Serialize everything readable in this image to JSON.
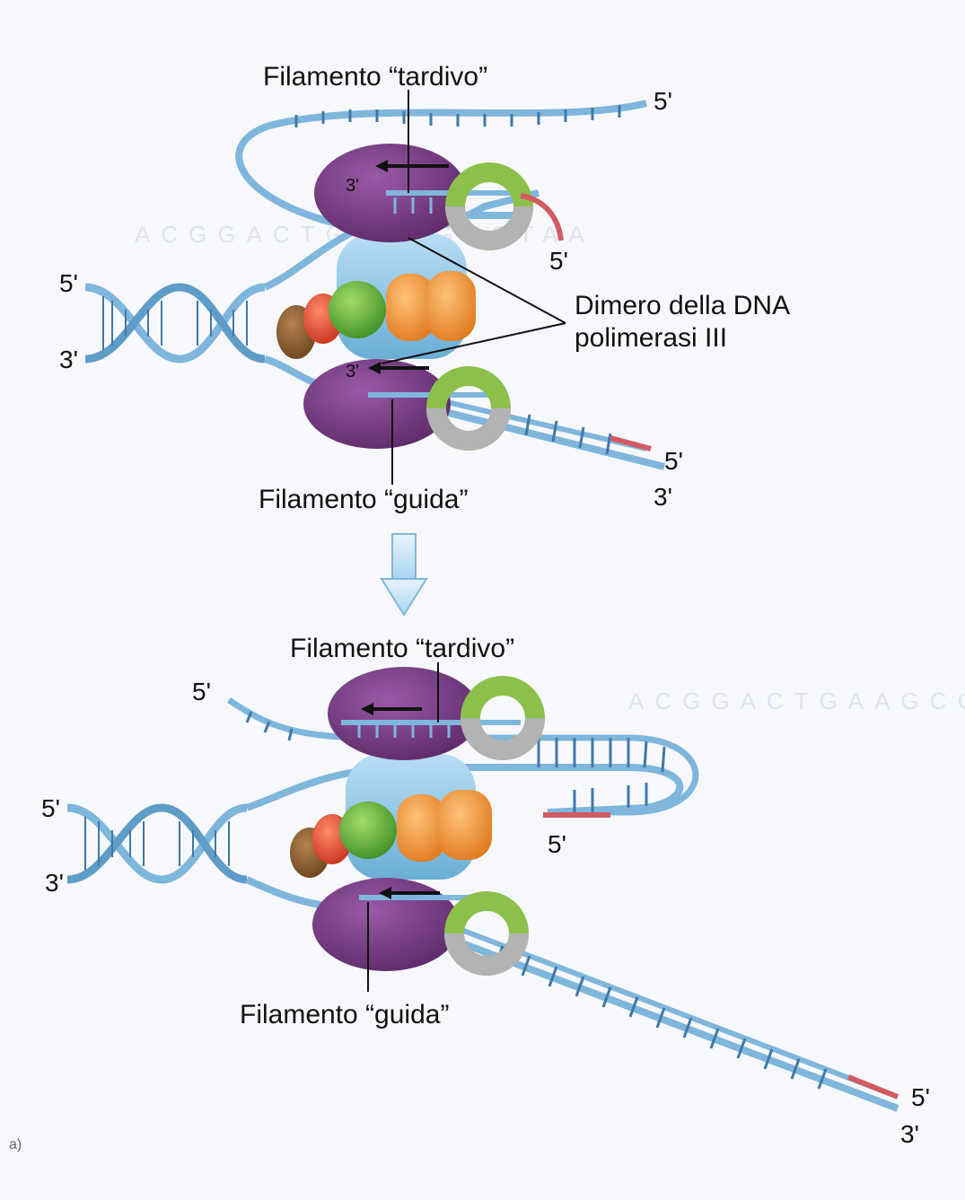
{
  "panel_label": "a)",
  "top": {
    "lagging_label": "Filamento “tardivo”",
    "leading_label": "Filamento “guida”",
    "enzyme_label_line1": "Dimero della DNA",
    "enzyme_label_line2": "polimerasi III",
    "end_5_top": "5'",
    "end_5_primer": "5'",
    "end_5_parent": "5'",
    "end_3_parent": "3'",
    "end_3_upper_pol": "3'",
    "end_3_lower_pol": "3'",
    "end_5_leading": "5'",
    "end_3_leading": "3'"
  },
  "bottom": {
    "lagging_label": "Filamento “tardivo”",
    "leading_label": "Filamento “guida”",
    "end_5_lagging": "5'",
    "end_5_primer": "5'",
    "end_5_parent": "5'",
    "end_3_parent": "3'",
    "end_5_leading": "5'",
    "end_3_leading": "3'"
  },
  "colors": {
    "strand": "#7fb6dc",
    "strand_dark": "#3f79a8",
    "primer": "#d25a63",
    "polymerase": "#7a3f86",
    "clamp_green": "#8cc04a",
    "clamp_grey": "#b3b3b3",
    "helicase_blue": "#8ec7e8",
    "orange": "#f19a3a",
    "green": "#5cae3a",
    "red": "#e2523b",
    "brown": "#8e6232",
    "arrow": "#cfe7f6"
  }
}
